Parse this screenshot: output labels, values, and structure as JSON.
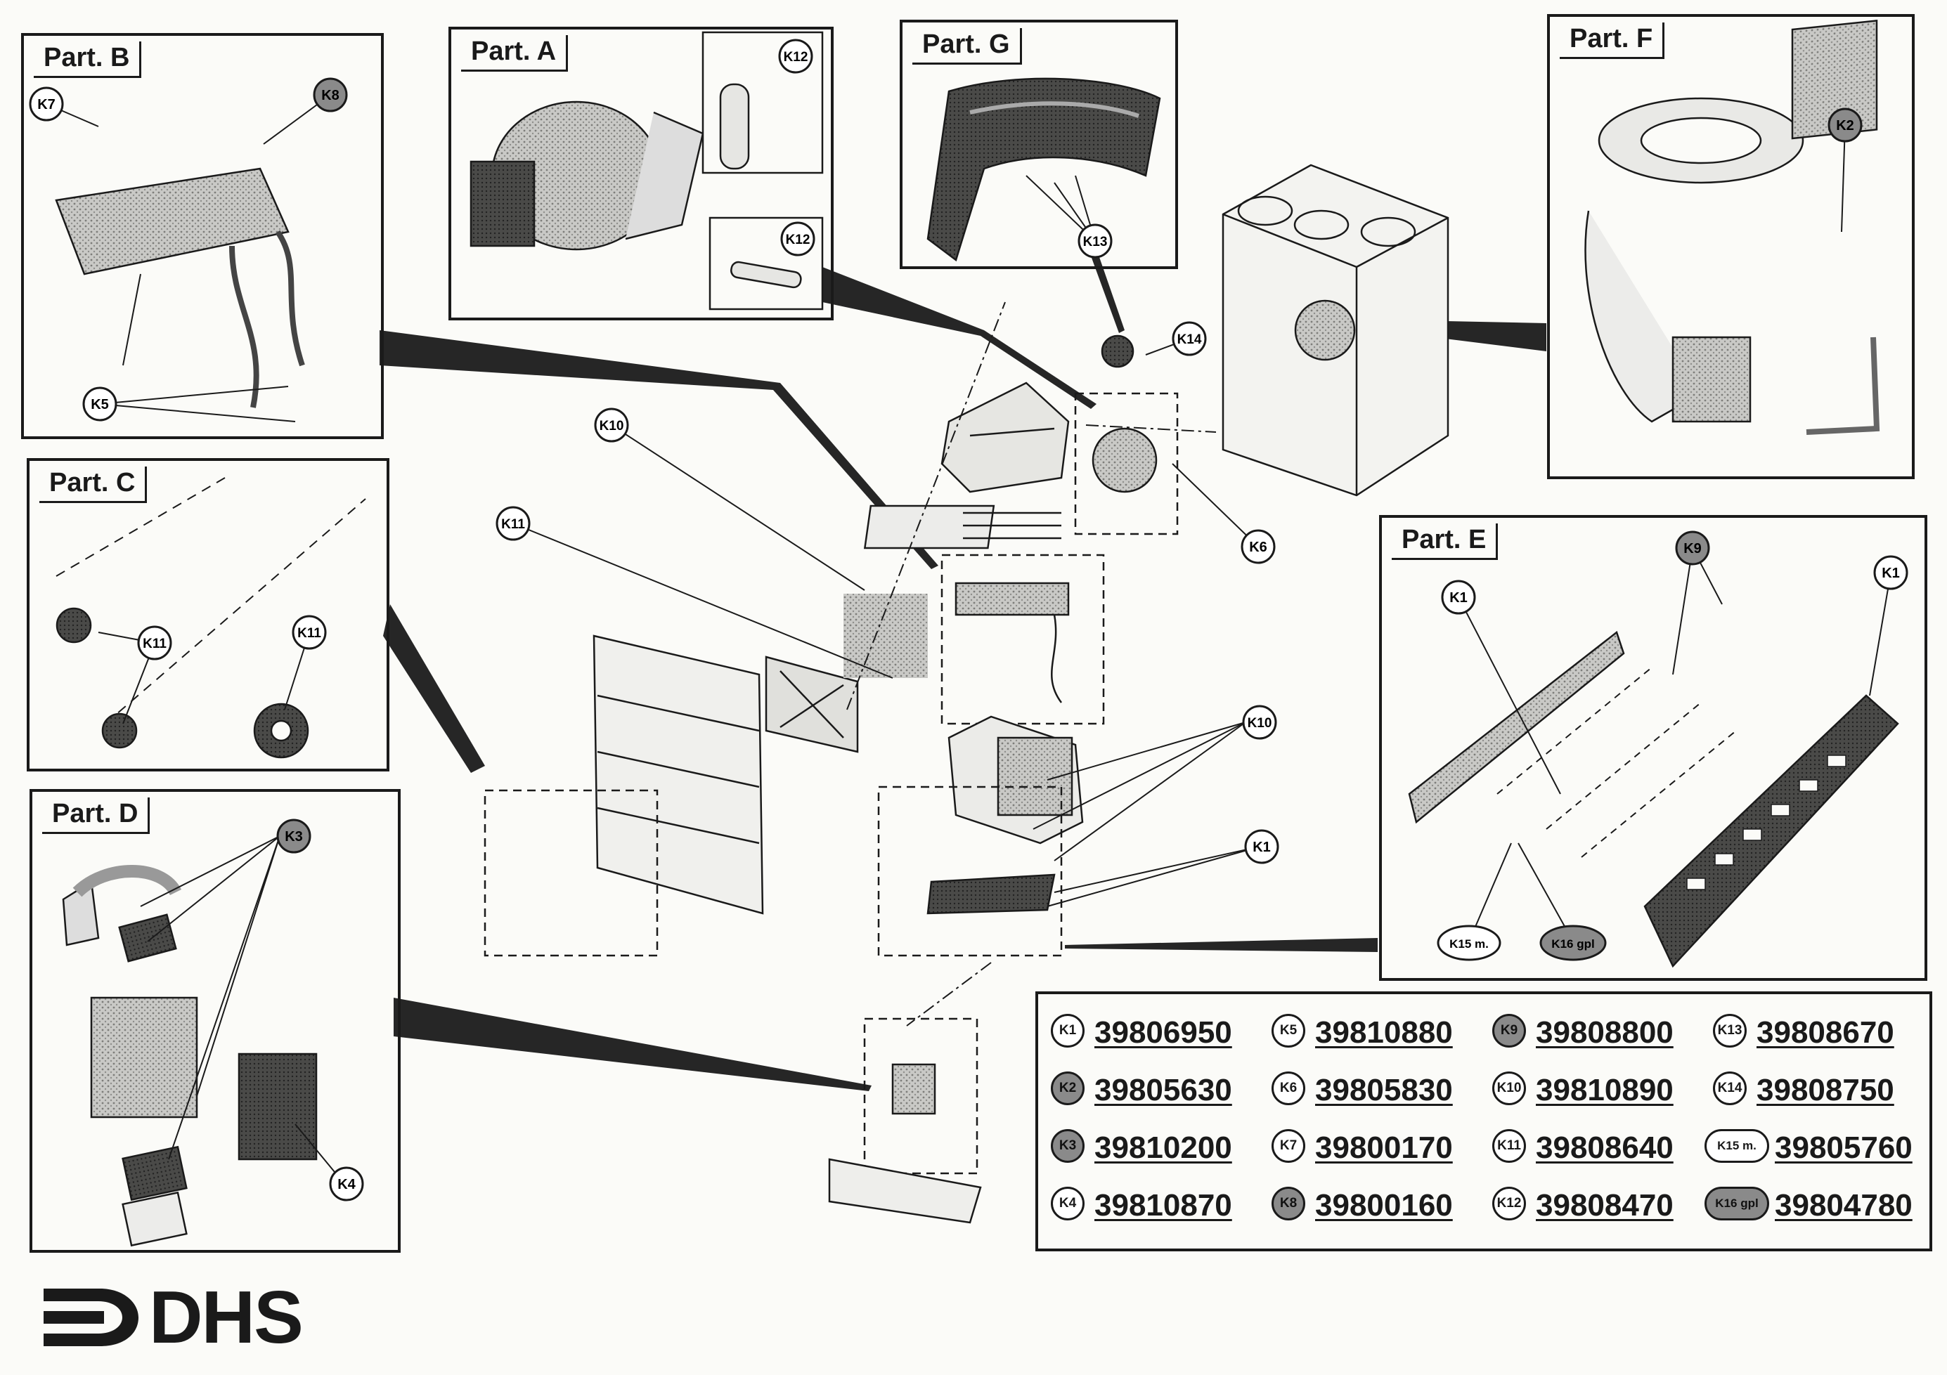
{
  "panels": [
    {
      "id": "A",
      "title": "Part. A"
    },
    {
      "id": "B",
      "title": "Part. B"
    },
    {
      "id": "C",
      "title": "Part. C"
    },
    {
      "id": "D",
      "title": "Part. D"
    },
    {
      "id": "E",
      "title": "Part. E"
    },
    {
      "id": "F",
      "title": "Part. F"
    },
    {
      "id": "G",
      "title": "Part. G"
    }
  ],
  "callouts": {
    "K1": "K1",
    "K2": "K2",
    "K3": "K3",
    "K4": "K4",
    "K5": "K5",
    "K6": "K6",
    "K7": "K7",
    "K8": "K8",
    "K9": "K9",
    "K10": "K10",
    "K11": "K11",
    "K12": "K12",
    "K13": "K13",
    "K14": "K14",
    "K15m": "K15 m.",
    "K16gpl": "K16 gpl"
  },
  "legend": [
    [
      {
        "key": "K1",
        "code": "39806950",
        "dark": false
      },
      {
        "key": "K5",
        "code": "39810880",
        "dark": false
      },
      {
        "key": "K9",
        "code": "39808800",
        "dark": true
      },
      {
        "key": "K13",
        "code": "39808670",
        "dark": false
      }
    ],
    [
      {
        "key": "K2",
        "code": "39805630",
        "dark": true
      },
      {
        "key": "K6",
        "code": "39805830",
        "dark": false
      },
      {
        "key": "K10",
        "code": "39810890",
        "dark": false
      },
      {
        "key": "K14",
        "code": "39808750",
        "dark": false
      }
    ],
    [
      {
        "key": "K3",
        "code": "39810200",
        "dark": true
      },
      {
        "key": "K7",
        "code": "39800170",
        "dark": false
      },
      {
        "key": "K11",
        "code": "39808640",
        "dark": false
      },
      {
        "key": "K15 m.",
        "code": "39805760",
        "dark": false,
        "wide": true
      }
    ],
    [
      {
        "key": "K4",
        "code": "39810870",
        "dark": false
      },
      {
        "key": "K8",
        "code": "39800160",
        "dark": true
      },
      {
        "key": "K12",
        "code": "39808470",
        "dark": false
      },
      {
        "key": "K16 gpl",
        "code": "39804780",
        "dark": true,
        "wide": true
      }
    ]
  ],
  "brand": {
    "name": "DHS"
  }
}
